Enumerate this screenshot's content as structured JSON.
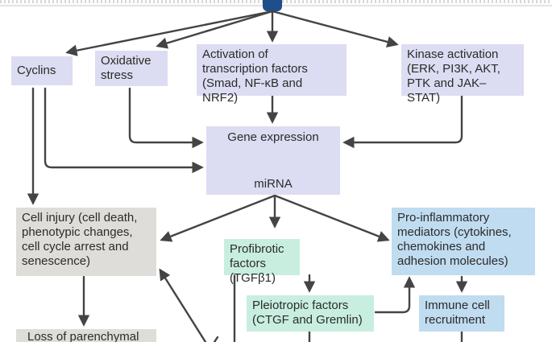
{
  "colors": {
    "signal_box": "#dcdcf2",
    "injury_box": "#deddd9",
    "fibrotic_box": "#c8eee0",
    "inflammatory_box": "#c0dcf0",
    "receptor": "#1f4f8a",
    "arrow": "#444444"
  },
  "top_row": {
    "cyclins": "Cyclins",
    "oxidative_stress": "Oxidative\nstress",
    "transcription_factors": "Activation of\ntranscription factors\n(Smad, NF-κB and NRF2)",
    "kinase_activation": "Kinase activation\n(ERK, PI3K, AKT,\nPTK and JAK–STAT)"
  },
  "gene_expression": {
    "title": "Gene expression",
    "mirna": "miRNA"
  },
  "outcomes": {
    "cell_injury": "Cell injury (cell death,\nphenotypic changes,\ncell cycle arrest and\nsenescence)",
    "profibrotic": "Profibrotic\nfactors (TGFβ1)",
    "pleiotropic": "Pleiotropic factors\n(CTGF and Gremlin)",
    "pro_inflammatory": "Pro-inflammatory\nmediators (cytokines,\nchemokines and\nadhesion molecules)",
    "immune_recruitment": "Immune cell\nrecruitment",
    "loss_parenchymal": "Loss of parenchymal"
  }
}
